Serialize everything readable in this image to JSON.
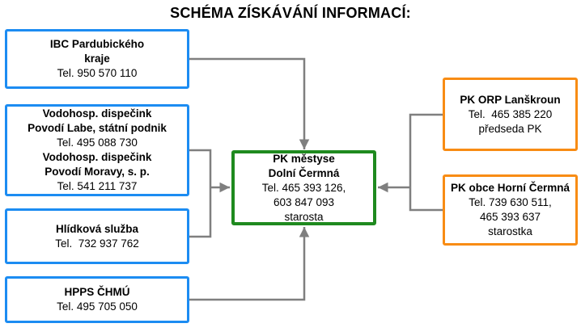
{
  "title": "SCHÉMA ZÍSKÁVÁNÍ INFORMACÍ:",
  "colors": {
    "blue": "#1c8cf2",
    "green": "#1f8a1f",
    "orange": "#f88c14",
    "arrow": "#7f7f7f",
    "text": "#000000",
    "background": "#ffffff"
  },
  "boxes": {
    "ibc": {
      "name_line1": "IBC Pardubického",
      "name_line2": "kraje",
      "tel": "Tel. 950 570 110"
    },
    "vodohosp": {
      "name1_line1": "Vodohosp. dispečink",
      "name1_line2": "Povodí Labe, státní podnik",
      "tel1": "Tel. 495 088 730",
      "name2_line1": "Vodohosp. dispečink",
      "name2_line2": "Povodí Moravy, s. p.",
      "tel2": "Tel. 541 211 737"
    },
    "hlidkova": {
      "name": "Hlídková služba",
      "tel": "Tel.  732 937 762"
    },
    "hpps": {
      "name": "HPPS ČHMÚ",
      "tel": "Tel. 495 705 050"
    },
    "pk_mestys": {
      "name_line1": "PK městyse",
      "name_line2": "Dolní Čermná",
      "tel_line1": "Tel. 465 393 126,",
      "tel_line2": "603 847 093",
      "role": "starosta"
    },
    "pk_orp": {
      "name": "PK ORP Lanškroun",
      "tel": "Tel.  465 385 220",
      "role": "předseda PK"
    },
    "pk_obec": {
      "name": "PK obce Horní Čermná",
      "tel_line1": "Tel. 739 630 511,",
      "tel_line2": "465 393 637",
      "role": "starostka"
    }
  },
  "connections": [
    {
      "from": "IBC Pardubického kraje",
      "to": "PK městyse Dolní Čermná",
      "direction": "into-top"
    },
    {
      "from": "Vodohosp. dispečink Povodí Labe / Povodí Moravy",
      "to": "PK městyse Dolní Čermná",
      "direction": "into-left"
    },
    {
      "from": "Hlídková služba",
      "to": "PK městyse Dolní Čermná",
      "direction": "into-left"
    },
    {
      "from": "HPPS ČHMÚ",
      "to": "PK městyse Dolní Čermná",
      "direction": "into-bottom"
    },
    {
      "from": "PK ORP Lanškroun",
      "to": "PK městyse Dolní Čermná",
      "direction": "into-right"
    },
    {
      "from": "PK obce Horní Čermná",
      "to": "PK městyse Dolní Čermná",
      "direction": "into-right"
    }
  ]
}
